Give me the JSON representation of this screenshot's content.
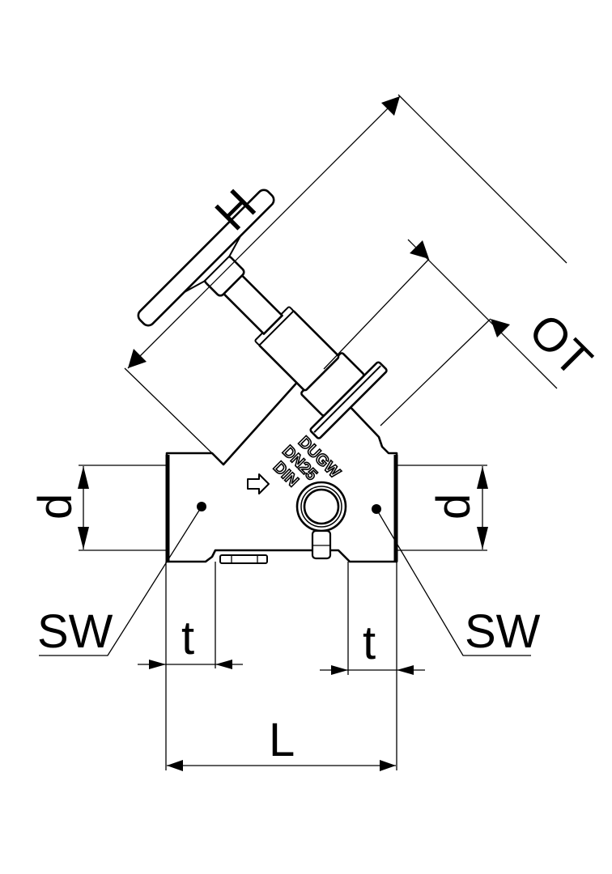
{
  "diagram": {
    "title": "Angle seat valve with handwheel - dimension drawing",
    "dimension_labels": {
      "height": "H",
      "bonnet_width": "OT",
      "port_diameter_left": "d",
      "port_diameter_right": "d",
      "wrench_size_left": "SW",
      "wrench_size_right": "SW",
      "thread_depth_left": "t",
      "thread_depth_right": "t",
      "length": "L"
    },
    "body_markings": {
      "line1": "DUGW",
      "line2": "DN25",
      "line3": "DIN"
    },
    "flow_direction_icon": "arrow-right-icon",
    "colors": {
      "line": "#000000",
      "background": "#ffffff"
    }
  }
}
